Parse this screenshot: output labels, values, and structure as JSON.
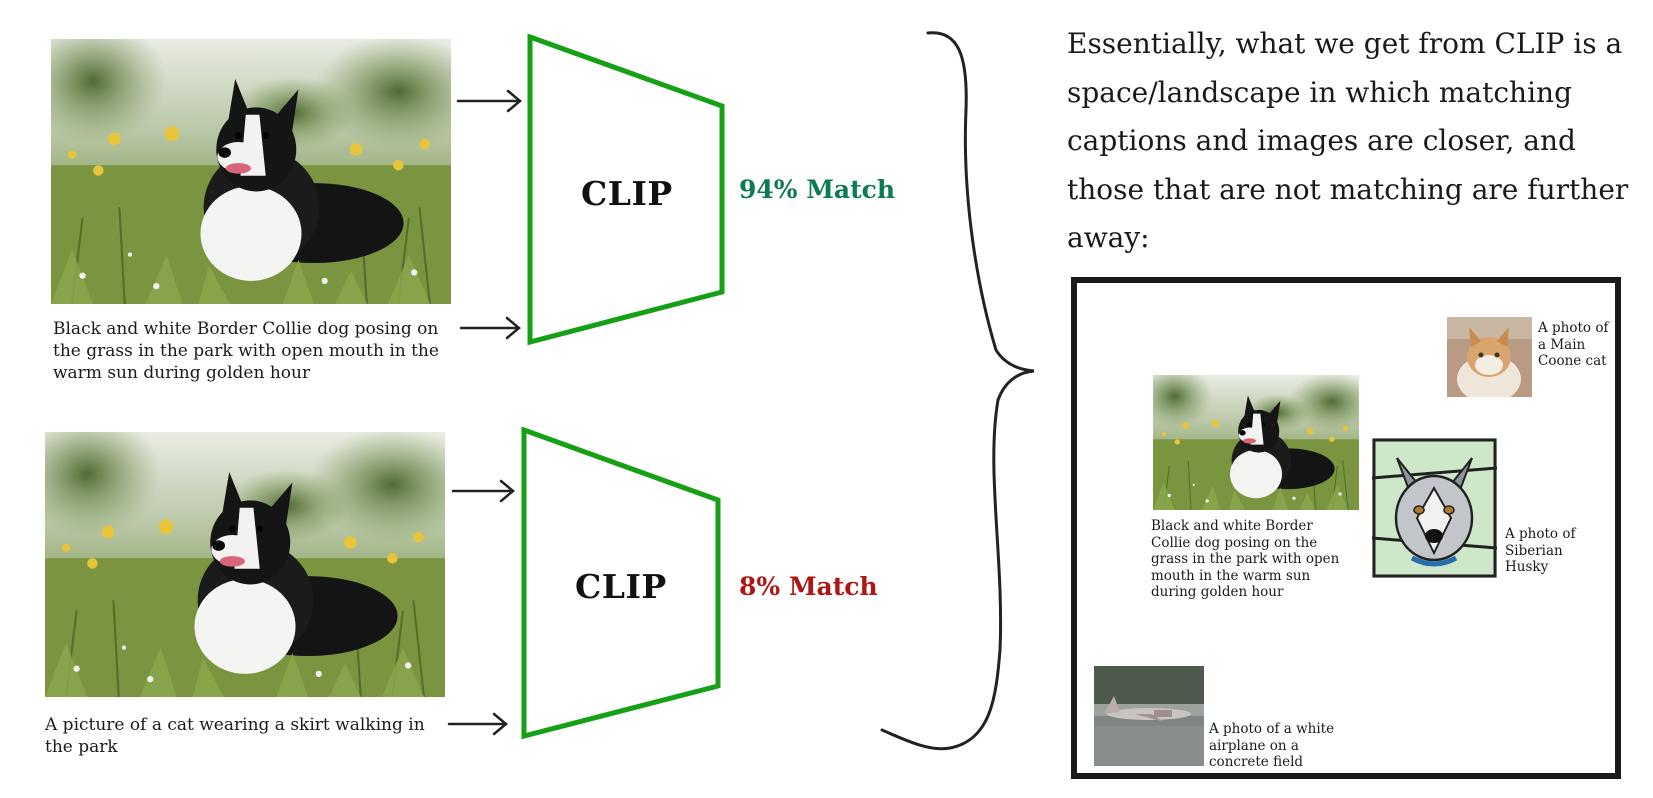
{
  "rows": [
    {
      "caption": "Black and white Border Collie dog posing on the grass in the park with open mouth in the warm sun during golden hour",
      "model_label": "CLIP",
      "match_text": "94% Match",
      "match_color": "#0b7a55"
    },
    {
      "caption": "A picture of a cat wearing a skirt walking in the park",
      "model_label": "CLIP",
      "match_text": "8% Match",
      "match_color": "#b01515"
    }
  ],
  "explanation": "Essentially, what we get from CLIP is a space/landscape in which matching captions and images are closer, and those that are not matching are further away:",
  "space_items": {
    "dog_caption": "Black and white Border Collie dog posing on the grass in the park with open mouth in the warm sun during golden hour",
    "cat_caption": "A photo of a Main Coone cat",
    "husky_caption": "A photo of Siberian Husky",
    "airplane_caption": "A photo of a white airplane on a concrete field"
  },
  "colors": {
    "encoder_stroke": "#16a016",
    "arrow": "#222222",
    "brace": "#222222"
  }
}
